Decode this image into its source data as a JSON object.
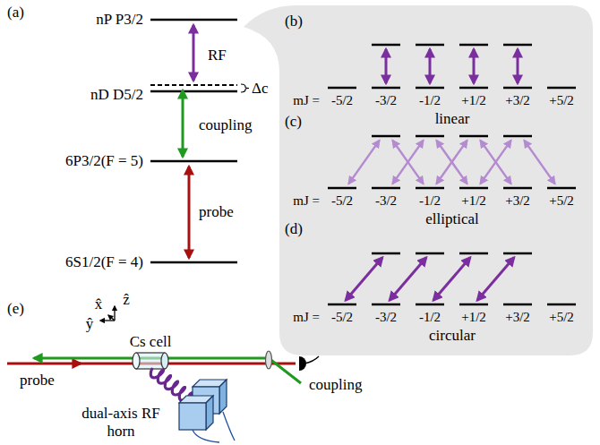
{
  "diagram": {
    "labels": [
      "(a)",
      "nP P3/2",
      "RF",
      "nD D5/2",
      "Δc",
      "coupling",
      "6P3/2(F = 5)",
      "probe",
      "6S1/2(F = 4)",
      "(b)",
      "mJ =",
      "-5/2",
      "-3/2",
      "-1/2",
      "+1/2",
      "+3/2",
      "+5/2",
      "linear",
      "(c)",
      "mJ =",
      "-5/2",
      "-3/2",
      "-1/2",
      "+1/2",
      "+3/2",
      "+5/2",
      "elliptical",
      "(d)",
      "mJ =",
      "-5/2",
      "-3/2",
      "-1/2",
      "+1/2",
      "+3/2",
      "+5/2",
      "circular",
      "(e)",
      "x̂",
      "ẑ",
      "ŷ",
      "Cs cell",
      "probe",
      "coupling",
      "dual-axis RF horn"
    ]
  }
}
